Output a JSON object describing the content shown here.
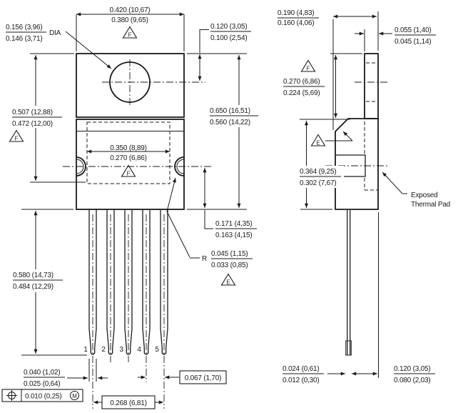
{
  "meta": {
    "ink": "#1a1a1a",
    "background": "#ffffff"
  },
  "front_view": {
    "hole_dia": {
      "max": "0.156 (3,96)",
      "min": "0.146 (3,71)",
      "suffix": "DIA"
    },
    "tab_width": {
      "max": "0.420 (10,67)",
      "min": "0.380 (9,65)",
      "flag": "F"
    },
    "hole_position": {
      "max": "0.120 (3,05)",
      "min": "0.100 (2,54)"
    },
    "upper_body_height": {
      "max": "0.507 (12,88)",
      "min": "0.472 (12,00)",
      "flag": "F"
    },
    "pad_width": {
      "max": "0.350 (8,89)",
      "min": "0.270 (6,86)",
      "flag": "F"
    },
    "body_height": {
      "max": "0.650 (16,51)",
      "min": "0.560 (14,22)"
    },
    "notch_to_base": {
      "max": "0.171 (4,35)",
      "min": "0.163 (4,15)"
    },
    "notch_radius": {
      "prefix": "R",
      "max": "0.045 (1,15)",
      "min": "0.033 (0,85)",
      "flag": "E"
    },
    "lead_length": {
      "max": "0.580 (14,73)",
      "min": "0.484 (12,29)"
    },
    "lead_width": {
      "max": "0.040 (1,02)",
      "min": "0.025 (0,64)"
    },
    "position_tolerance": {
      "value": "0.010 (0,25)",
      "modifier": "M"
    },
    "lead_pitch": {
      "value": "0.067 (1,70)"
    },
    "lead_span": {
      "value": "0.268 (6,81)"
    },
    "pin_numbers": [
      "1",
      "2",
      "3",
      "4",
      "5"
    ]
  },
  "side_view": {
    "package_depth": {
      "max": "0.190 (4,83)",
      "min": "0.160 (4,06)"
    },
    "tab_thickness": {
      "max": "0.055 (1,40)",
      "min": "0.045 (1,14)"
    },
    "tab_height": {
      "max": "0.270 (6,86)",
      "min": "0.224 (5,69)",
      "flag": "F"
    },
    "body_height": {
      "max": "0.364 (9,25)",
      "min": "0.302 (7,67)"
    },
    "chamfer_flag": "E",
    "lead_thickness": {
      "max": "0.024 (0,61)",
      "min": "0.012 (0,30)"
    },
    "lead_to_back": {
      "max": "0.120 (3,05)",
      "min": "0.080 (2,03)"
    },
    "thermal_pad_label": {
      "line1": "Exposed",
      "line2": "Thermal Pad"
    }
  }
}
